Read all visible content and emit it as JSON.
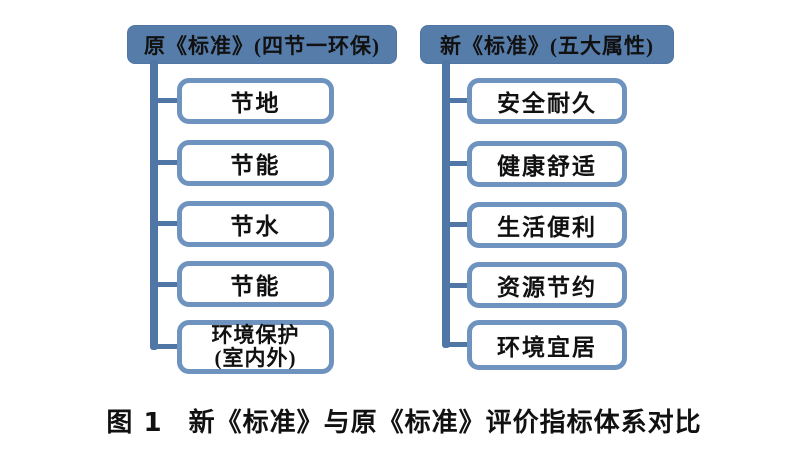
{
  "figure": {
    "caption_prefix": "图 1",
    "caption_text": "新《标准》与原《标准》评价指标体系对比"
  },
  "colors": {
    "background": "#FFFFFF",
    "header_fill": "#567CA9",
    "node_border": "#6E93BE",
    "connector": "#4F76A4",
    "text": "#111111"
  },
  "trees": {
    "original": {
      "header": "原《标准》(四节一环保)",
      "items": [
        {
          "line1": "节地"
        },
        {
          "line1": "节能"
        },
        {
          "line1": "节水"
        },
        {
          "line1": "节能"
        },
        {
          "line1": "环境保护",
          "line2": "(室内外)"
        }
      ]
    },
    "new": {
      "header": "新《标准》(五大属性)",
      "items": [
        {
          "line1": "安全耐久"
        },
        {
          "line1": "健康舒适"
        },
        {
          "line1": "生活便利"
        },
        {
          "line1": "资源节约"
        },
        {
          "line1": "环境宜居"
        }
      ]
    }
  }
}
